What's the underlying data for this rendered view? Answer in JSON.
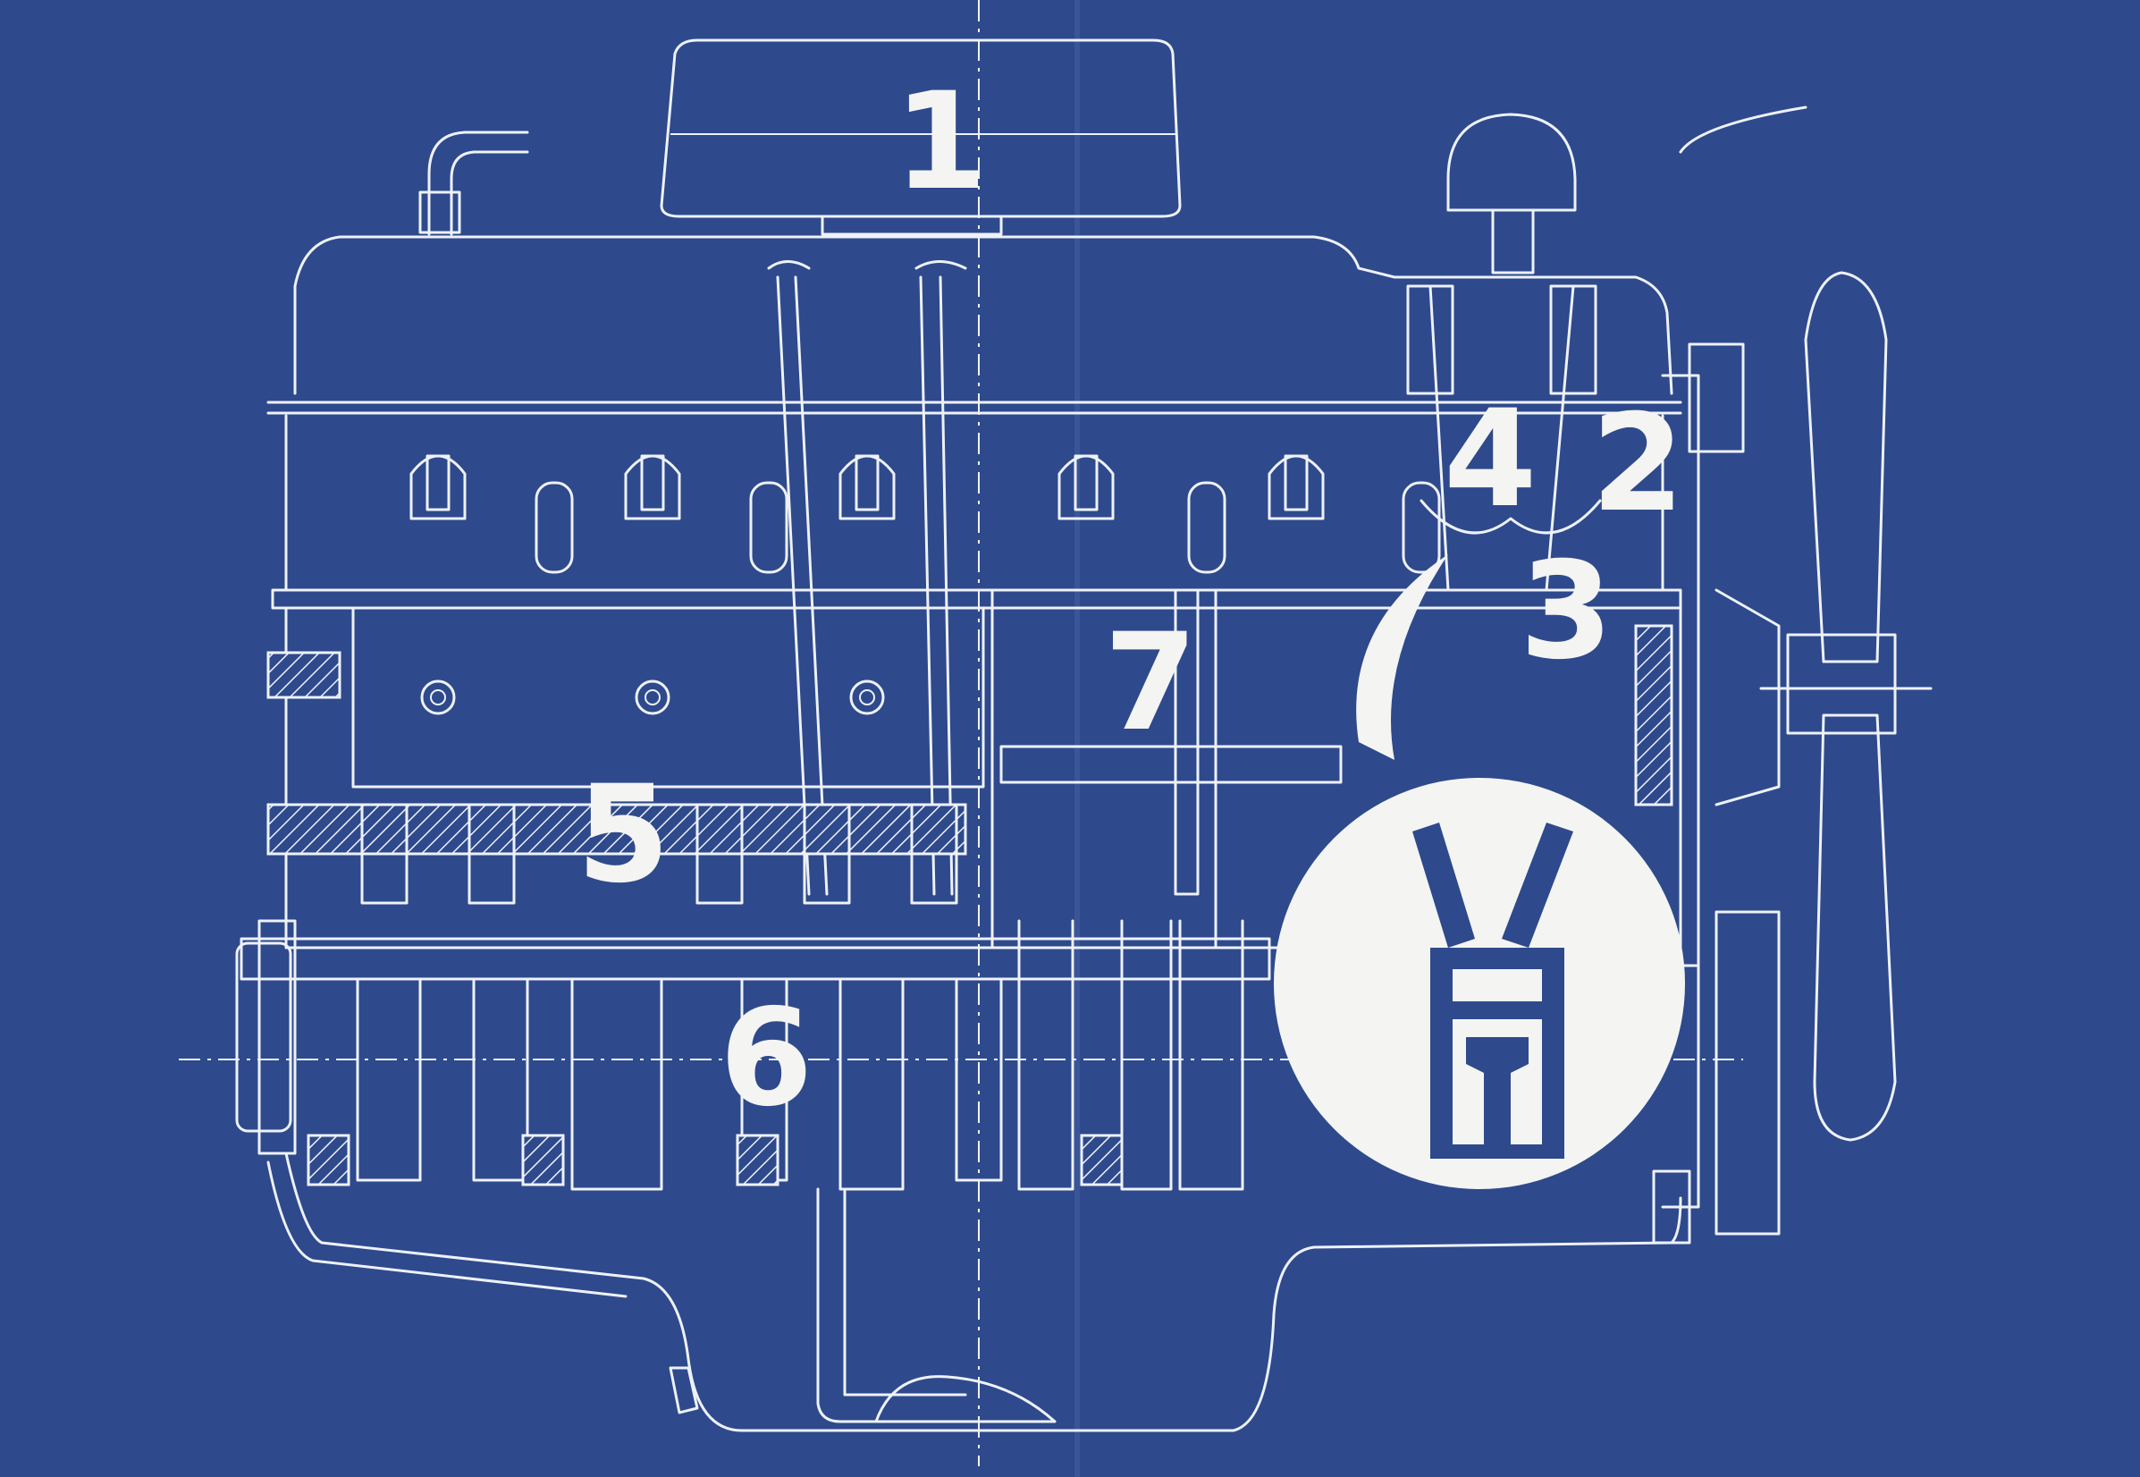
{
  "background_color": "#2e4a8c",
  "line_color": "#eef1f8",
  "callouts": [
    {
      "id": "1",
      "label": "1"
    },
    {
      "id": "2",
      "label": "2"
    },
    {
      "id": "3",
      "label": "3"
    },
    {
      "id": "4",
      "label": "4"
    },
    {
      "id": "5",
      "label": "5"
    },
    {
      "id": "6",
      "label": "6"
    },
    {
      "id": "7",
      "label": "7"
    }
  ],
  "inset_icon": "valve-cylinder-icon"
}
